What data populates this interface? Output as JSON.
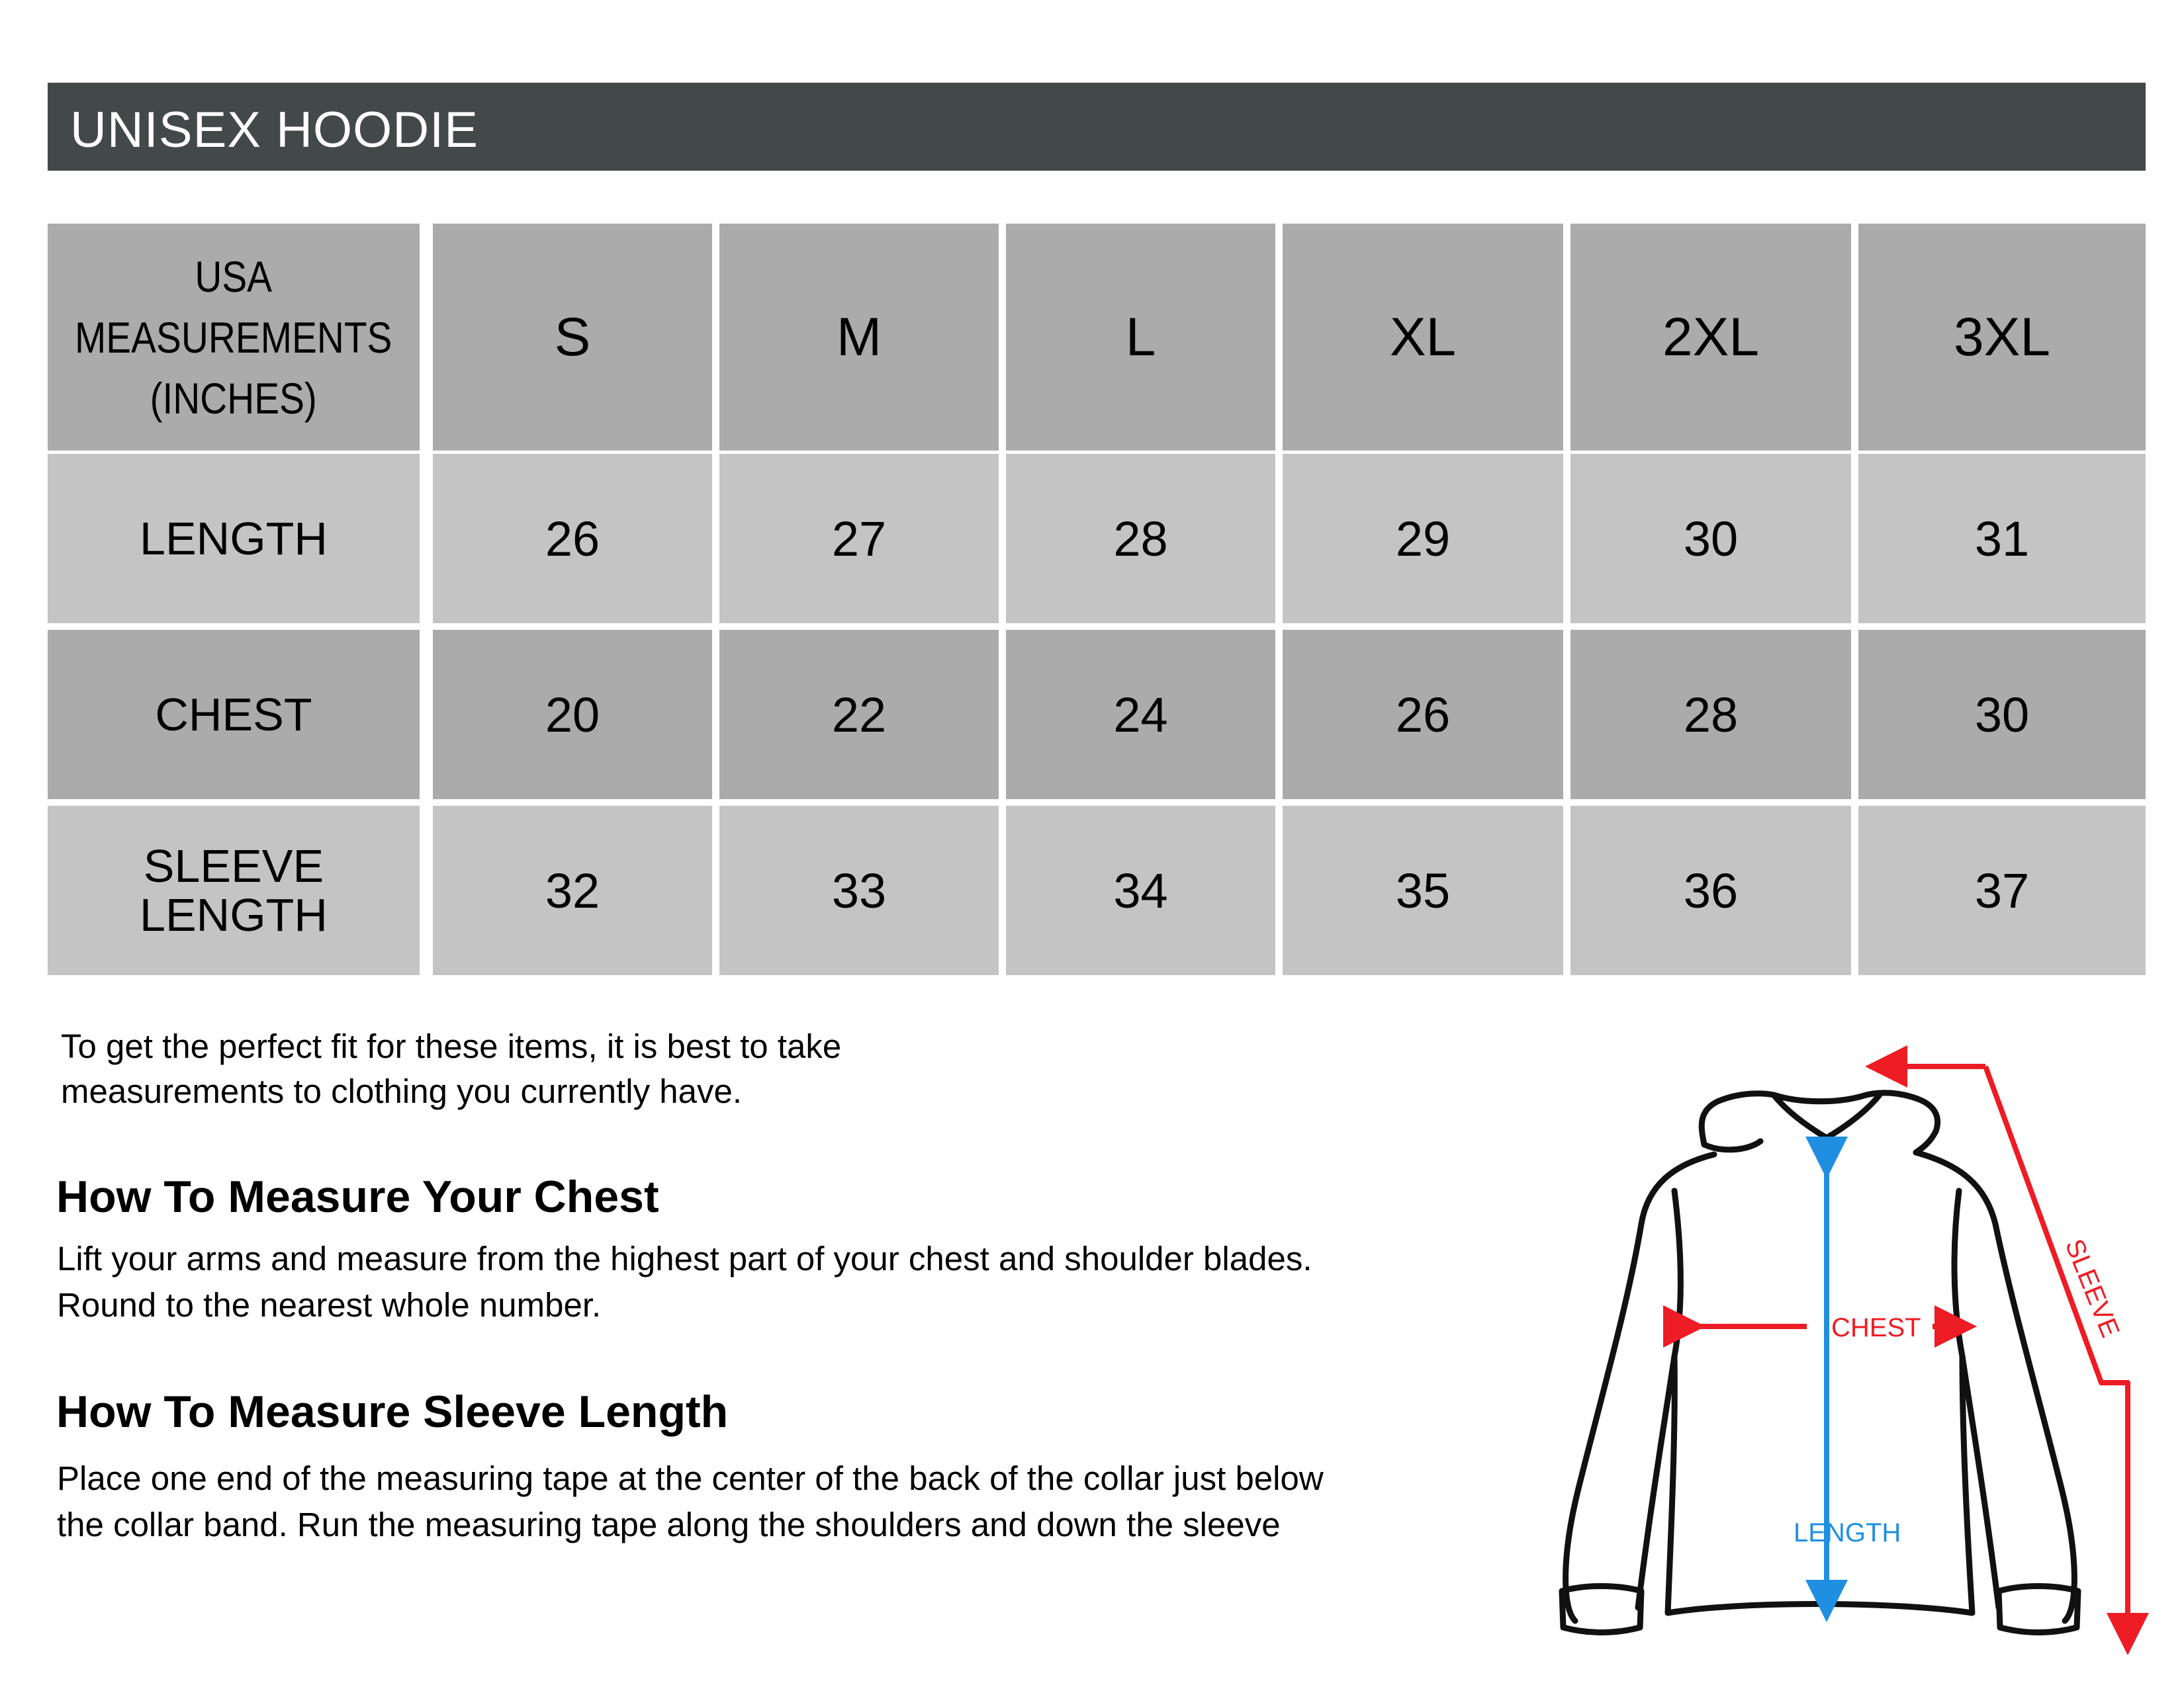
{
  "title": "UNISEX HOODIE",
  "table": {
    "corner_label_lines": [
      "USA",
      "MEASUREMENTS",
      "(INCHES)"
    ],
    "sizes": [
      "S",
      "M",
      "L",
      "XL",
      "2XL",
      "3XL"
    ],
    "rows": [
      {
        "label_lines": [
          "LENGTH"
        ],
        "values": [
          "26",
          "27",
          "28",
          "29",
          "30",
          "31"
        ]
      },
      {
        "label_lines": [
          "CHEST"
        ],
        "values": [
          "20",
          "22",
          "24",
          "26",
          "28",
          "30"
        ]
      },
      {
        "label_lines": [
          "SLEEVE",
          "LENGTH"
        ],
        "values": [
          "32",
          "33",
          "34",
          "35",
          "36",
          "37"
        ]
      }
    ]
  },
  "intro_lines": [
    "To get the perfect fit for these items, it is best to take",
    "measurements to clothing you currently have."
  ],
  "chest_section": {
    "heading": "How To Measure Your Chest",
    "lines": [
      "Lift your arms and measure from the highest part of your chest and shoulder blades.",
      "Round to the nearest whole number."
    ]
  },
  "sleeve_section": {
    "heading": "How To Measure Sleeve Length",
    "lines": [
      "Place one end of the measuring tape at the center of the back of the collar just below",
      "the collar band. Run the measuring tape along the shoulders and down the sleeve"
    ]
  },
  "diagram": {
    "chest_label": "CHEST",
    "length_label": "LENGTH",
    "sleeve_label": "SLEEVE",
    "colors": {
      "red": "#ee1c24",
      "blue": "#1e8fe1",
      "outline": "#111111"
    }
  }
}
